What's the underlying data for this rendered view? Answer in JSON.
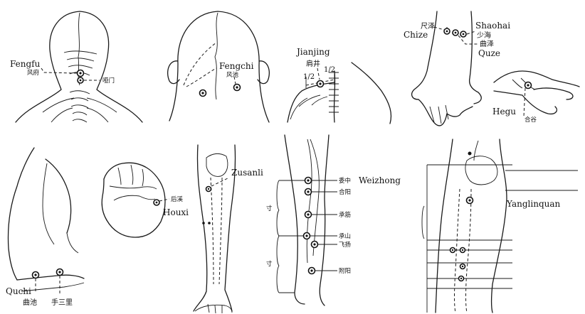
{
  "labels": {
    "fengfu_en": "Fengfu",
    "fengfu_cn": "风府",
    "yamen_cn": "哑门",
    "fengchi_en": "Fengchi",
    "fengchi_cn": "风池",
    "jianjing_en": "Jianjing",
    "jianjing_cn": "肩井",
    "half_a": "1/2",
    "half_b": "1/2",
    "chize_cn": "尺泽",
    "chize_en": "Chize",
    "shaohai_en": "Shaohai",
    "shaohai_cn": "少海",
    "quze_cn": "曲泽",
    "quze_en": "Quze",
    "hegu_en": "Hegu",
    "hegu_cn": "合谷",
    "houxi_cn": "后溪",
    "houxi_en": "Houxi",
    "quchi_en": "Quchi",
    "quchi_cn": "曲池",
    "shousanli_cn": "手三里",
    "zusanli_en": "Zusanli",
    "weizhong_cn": "委中",
    "weizhong_en": "Weizhong",
    "heyang_cn": "合阳",
    "chengjin_cn": "承筋",
    "chengshan_cn": "承山",
    "feiyang_cn": "飞扬",
    "fuyang_cn": "附阳",
    "cun_a": "寸",
    "cun_b": "寸",
    "yanglinquan_en": "Yanglinquan"
  }
}
